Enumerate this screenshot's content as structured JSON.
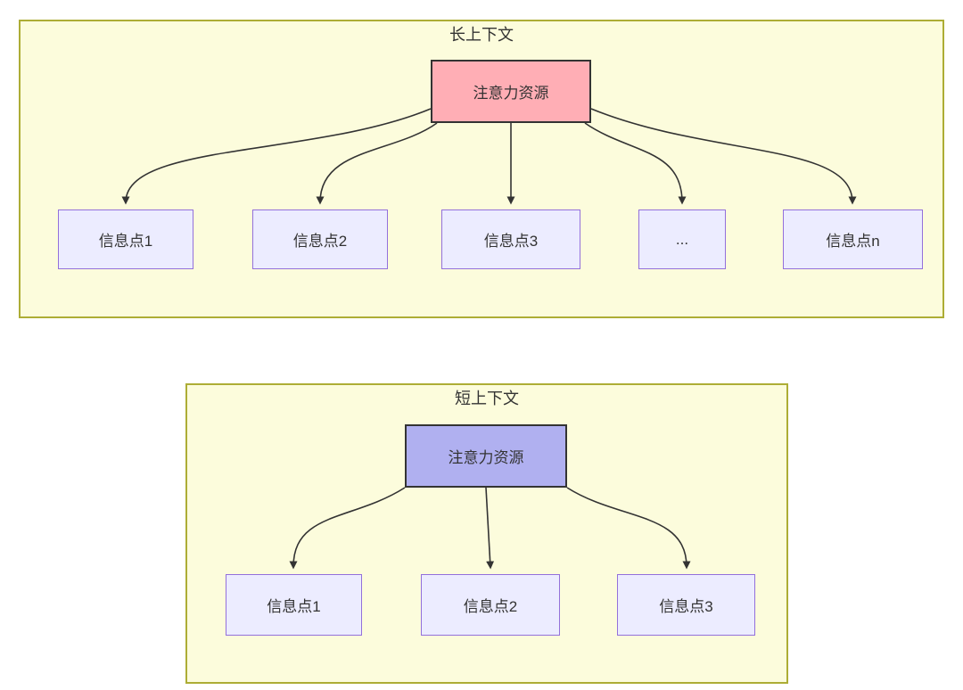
{
  "colors": {
    "page_bg": "#ffffff",
    "container_bg": "#fcfcdc",
    "container_border": "#adad35",
    "attention_long_fill": "#ffaeb5",
    "attention_short_fill": "#b0b0f0",
    "attention_border": "#333333",
    "info_fill": "#ececff",
    "info_border": "#9370db",
    "edge": "#333333",
    "text": "#333333"
  },
  "long_context": {
    "title": "长上下文",
    "attention": {
      "label": "注意力资源"
    },
    "info_points": [
      {
        "label": "信息点1"
      },
      {
        "label": "信息点2"
      },
      {
        "label": "信息点3"
      },
      {
        "label": "..."
      },
      {
        "label": "信息点n"
      }
    ]
  },
  "short_context": {
    "title": "短上下文",
    "attention": {
      "label": "注意力资源"
    },
    "info_points": [
      {
        "label": "信息点1"
      },
      {
        "label": "信息点2"
      },
      {
        "label": "信息点3"
      }
    ]
  }
}
